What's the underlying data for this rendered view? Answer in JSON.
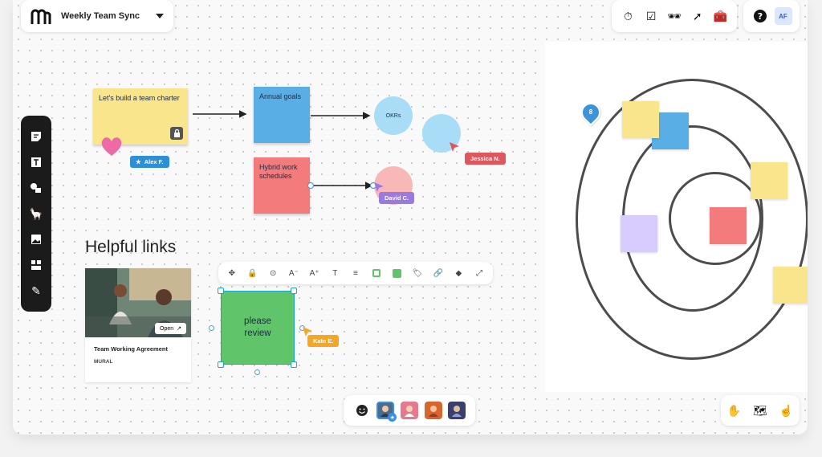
{
  "header": {
    "board_title": "Weekly Team Sync",
    "logo_icon": "mural-logo",
    "dropdown_icon": "chevron-down-icon"
  },
  "top_tools": [
    "timer-icon",
    "checklist-icon",
    "incognito-icon",
    "cursor-click-icon",
    "toolbox-icon"
  ],
  "help_icon": "help-icon",
  "user_avatar": "AF",
  "left_toolbar": [
    "sticky-note-icon",
    "text-icon",
    "shapes-icon",
    "llama-icon",
    "image-icon",
    "templates-icon",
    "pen-icon"
  ],
  "canvas": {
    "sticky_team_charter": "Let's build a team charter",
    "sticky_annual_goals": "Annual goals",
    "sticky_hybrid": "Hybrid work schedules",
    "circle_okrs": "OKRs",
    "heading": "Helpful links",
    "selected_note": "please review"
  },
  "collaborators": {
    "alex": "Alex F.",
    "jessica": "Jessica N.",
    "david": "David C.",
    "kate": "Kate E."
  },
  "link_card": {
    "title": "Team Working Agreement",
    "source": "MURAL",
    "open_label": "Open"
  },
  "format_toolbar": [
    "move-icon",
    "lock-icon",
    "focus-icon",
    "decrease-font-icon",
    "increase-font-icon",
    "text-format-icon",
    "align-icon",
    "border-color-icon",
    "fill-color-icon",
    "tag-icon",
    "link-icon",
    "shape-style-icon",
    "expand-icon"
  ],
  "target_pin": "8",
  "bottom_bar": {
    "reaction_icon": "emoji-icon",
    "avatars": [
      "participant-1",
      "participant-2",
      "participant-3",
      "participant-4"
    ]
  },
  "nav_tools": [
    "hand-icon",
    "map-icon",
    "touch-icon"
  ],
  "colors": {
    "sticky_yellow": "#f8e58c",
    "sticky_blue": "#5aaee6",
    "sticky_red": "#f47b7b",
    "sticky_green": "#60c46a",
    "sticky_purple": "#d8ccff",
    "tag_blue": "#2f8fd6",
    "tag_red": "#e0575b",
    "tag_purple": "#9a7ae0",
    "tag_orange": "#f5a623"
  }
}
